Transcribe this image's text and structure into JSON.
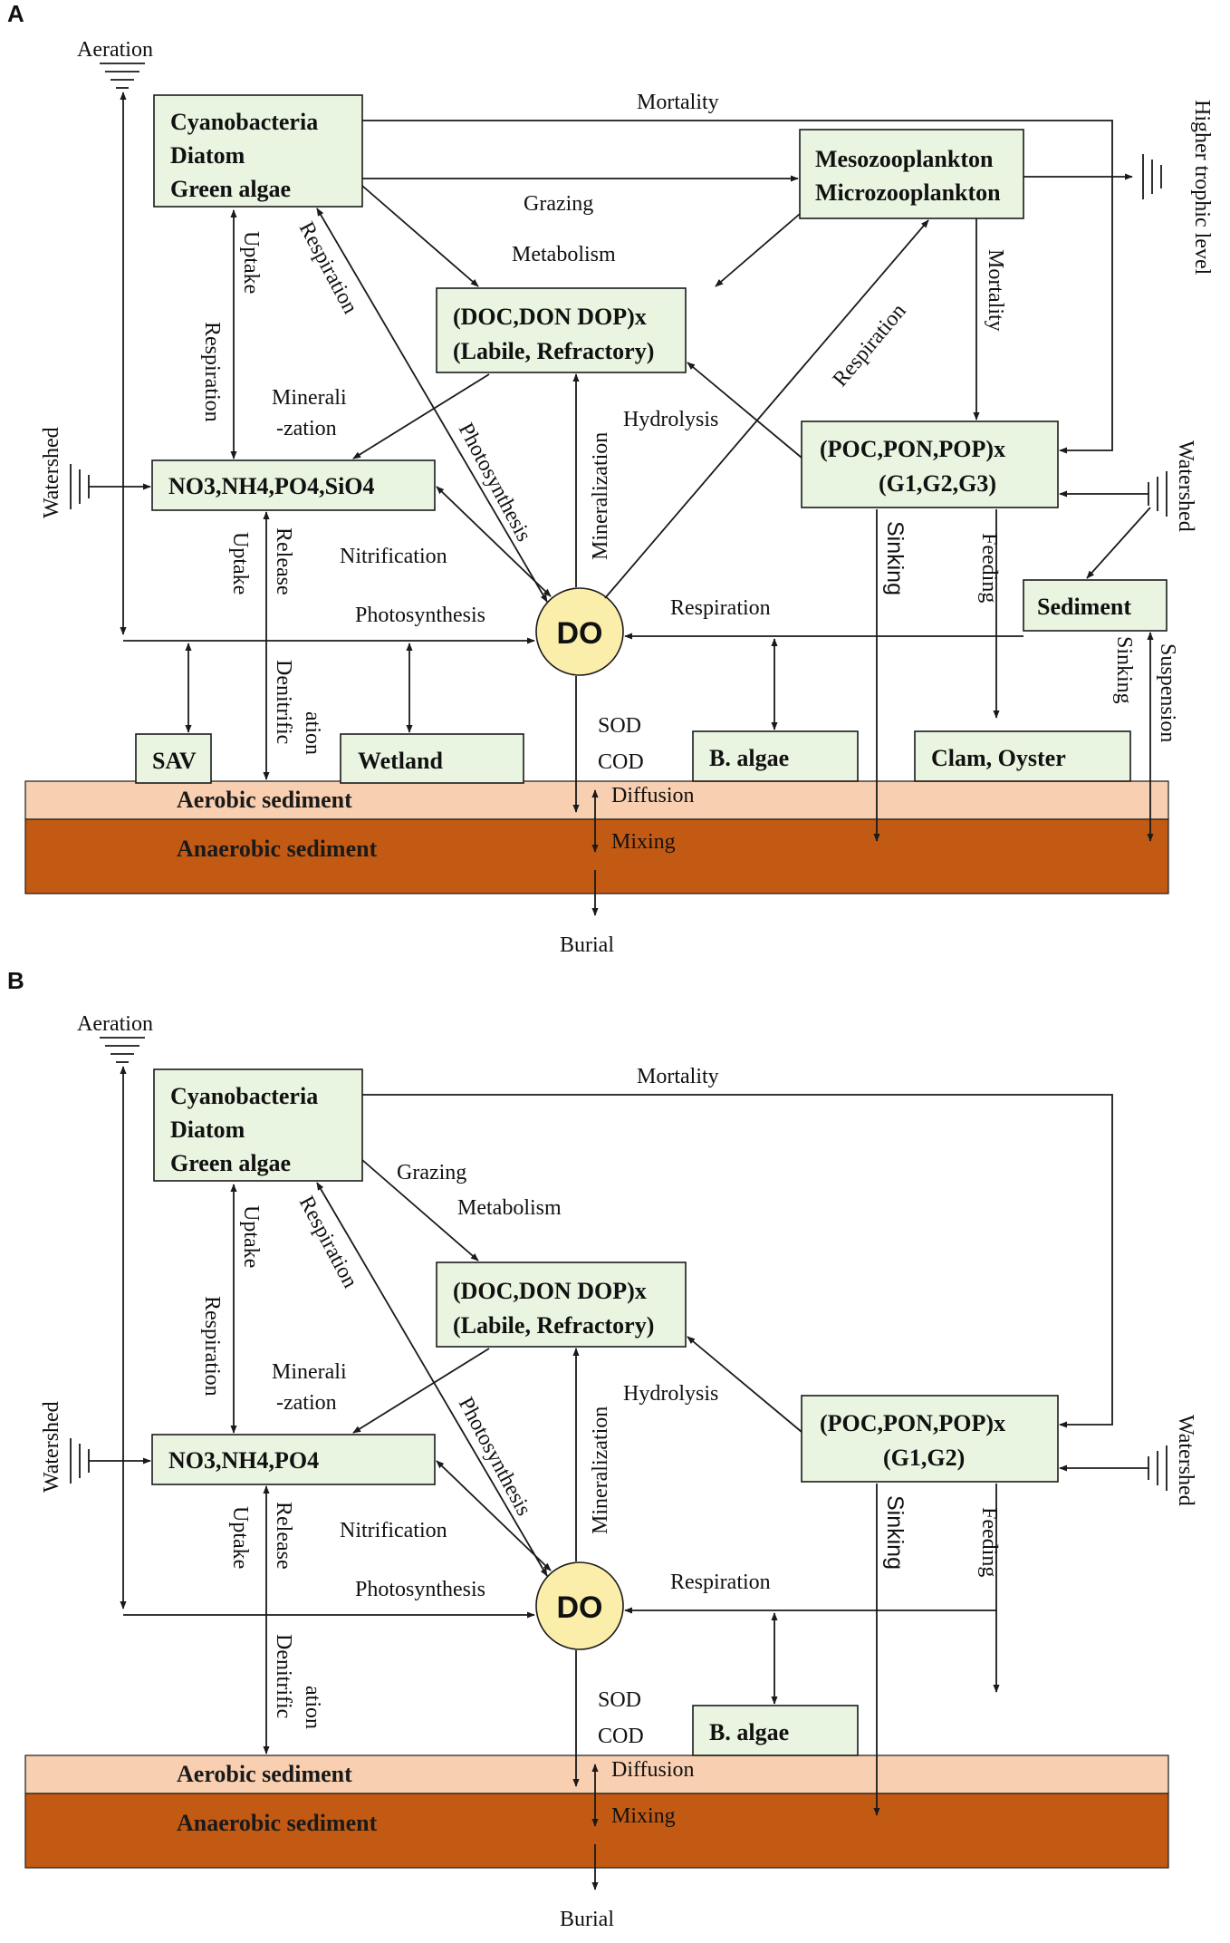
{
  "panel_a": {
    "panel_label": "A",
    "boxes": {
      "algae": [
        "Cyanobacteria",
        "Diatom",
        "Green algae"
      ],
      "zoo": [
        "Mesozooplankton",
        "Microzooplankton"
      ],
      "doc": [
        "(DOC,DON DOP)x",
        "(Labile, Refractory)"
      ],
      "nut": "NO3,NH4,PO4,SiO4",
      "poc": [
        "(POC,PON,POP)x",
        "(G1,G2,G3)"
      ],
      "sediment": "Sediment",
      "do": "DO",
      "sav": "SAV",
      "wetland": "Wetland",
      "balgae": "B. algae",
      "clam": "Clam, Oyster"
    },
    "labels": {
      "aeration": "Aeration",
      "mortality_top": "Mortality",
      "grazing": "Grazing",
      "metabolism": "Metabolism",
      "higher_trophic": "Higher trophic level",
      "uptake_algae": "Uptake",
      "respiration_algae": "Respiration",
      "respiration_diag": "Respiration",
      "minerali": "Minerali",
      "zation": "-zation",
      "photosynthesis_diag": "Photosynthesis",
      "mineralization": "Mineralization",
      "hydrolysis": "Hydrolysis",
      "respiration_zoo": "Respiration",
      "mortality_zoo": "Mortality",
      "watershed_left": "Watershed",
      "watershed_right": "Watershed",
      "uptake_nut": "Uptake",
      "release": "Release",
      "nitrification": "Nitrification",
      "photosynthesis": "Photosynthesis",
      "respiration_do": "Respiration",
      "sinking": "Sinking",
      "feeding": "Feeding",
      "suspension": "Suspension",
      "sinking_sed": "Sinking",
      "denitrific": "Denitrific",
      "ation": "ation",
      "sod": "SOD",
      "cod": "COD",
      "diffusion": "Diffusion",
      "mixing": "Mixing",
      "aerobic": "Aerobic sediment",
      "anaerobic": "Anaerobic sediment",
      "burial": "Burial"
    }
  },
  "panel_b": {
    "panel_label": "B",
    "boxes": {
      "algae": [
        "Cyanobacteria",
        "Diatom",
        "Green algae"
      ],
      "doc": [
        "(DOC,DON DOP)x",
        "(Labile, Refractory)"
      ],
      "nut": "NO3,NH4,PO4",
      "poc": [
        "(POC,PON,POP)x",
        "(G1,G2)"
      ],
      "do": "DO",
      "balgae": "B. algae"
    },
    "labels": {
      "aeration": "Aeration",
      "mortality_top": "Mortality",
      "grazing": "Grazing",
      "metabolism": "Metabolism",
      "uptake_algae": "Uptake",
      "respiration_algae": "Respiration",
      "respiration_diag": "Respiration",
      "minerali": "Minerali",
      "zation": "-zation",
      "photosynthesis_diag": "Photosynthesis",
      "mineralization": "Mineralization",
      "hydrolysis": "Hydrolysis",
      "watershed_left": "Watershed",
      "watershed_right": "Watershed",
      "uptake_nut": "Uptake",
      "release": "Release",
      "nitrification": "Nitrification",
      "photosynthesis": "Photosynthesis",
      "respiration_do": "Respiration",
      "sinking": "Sinking",
      "feeding": "Feeding",
      "denitrific": "Denitrific",
      "ation": "ation",
      "sod": "SOD",
      "cod": "COD",
      "diffusion": "Diffusion",
      "mixing": "Mixing",
      "aerobic": "Aerobic sediment",
      "anaerobic": "Anaerobic sediment",
      "burial": "Burial"
    }
  },
  "colors": {
    "box_fill": "#e9f5e1",
    "do_fill": "#fbeeaa",
    "aerobic_fill": "#f8cfb0",
    "anaerobic_fill": "#c35a13"
  }
}
